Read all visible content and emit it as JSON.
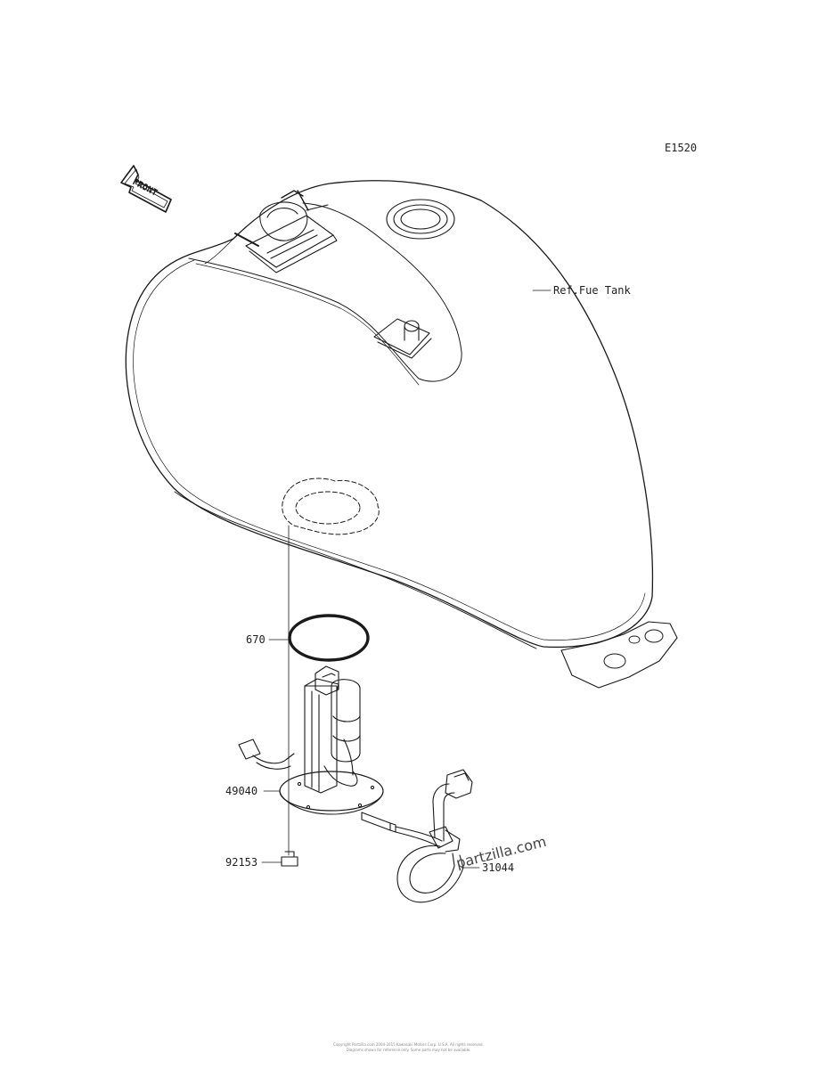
{
  "diagram_code": "E1520",
  "front_label": "FRONT",
  "parts": [
    {
      "id": "ref-fuel-tank",
      "label": "Ref.Fue  Tank"
    },
    {
      "id": "part-670",
      "label": "670"
    },
    {
      "id": "part-49040",
      "label": "49040"
    },
    {
      "id": "part-92153",
      "label": "92153"
    },
    {
      "id": "part-31044",
      "label": "31044"
    }
  ],
  "watermark": "partzilla.com",
  "footer_line1": "Copyright Partzilla.com 2004-2015 Kawasaki Motors Corp. U.S.A. All rights reserved.",
  "footer_line2": "Diagrams shown for reference only. Some parts may not be available."
}
